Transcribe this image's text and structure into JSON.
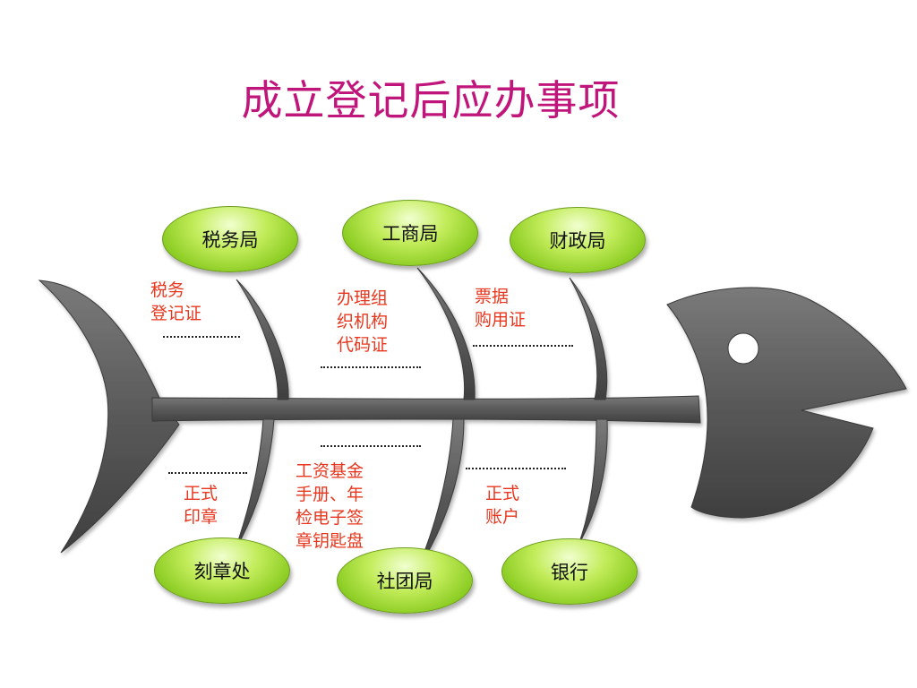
{
  "title": "成立登记后应办事项",
  "colors": {
    "title": "#c0157a",
    "item_text": "#e8371e",
    "oval_fill": "#9fd83a",
    "fish_fill": "#5f5f5f"
  },
  "agencies": {
    "tax": "税务局",
    "commerce": "工商局",
    "finance": "财政局",
    "seal": "刻章处",
    "society": "社团局",
    "bank": "银行"
  },
  "items": {
    "tax": [
      "税务",
      "登记证"
    ],
    "commerce": [
      "办理组",
      "织机构",
      "代码证"
    ],
    "finance": [
      "票据",
      "购用证"
    ],
    "seal": [
      "正式",
      "印章"
    ],
    "society": [
      "工资基金",
      "手册、年",
      "检电子签",
      "章钥匙盘"
    ],
    "bank": [
      "正式",
      "账户"
    ]
  }
}
